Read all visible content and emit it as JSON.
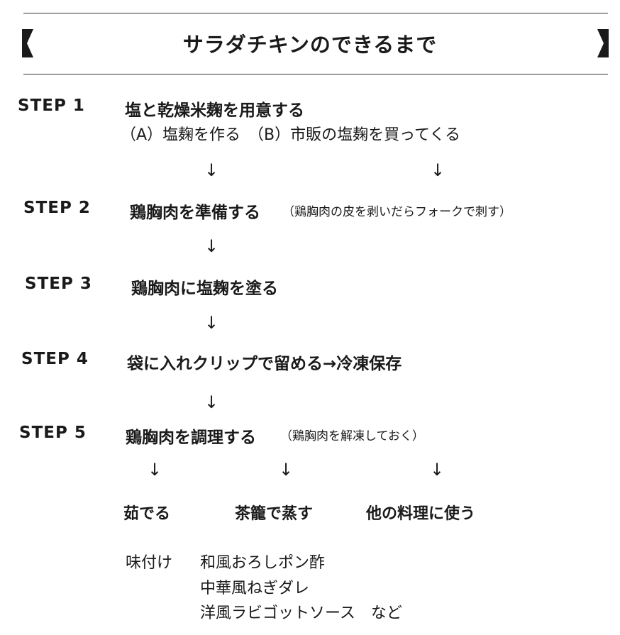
{
  "title": "サラダチキンのできるまで",
  "steps": [
    {
      "label": "STEP 1",
      "heading": "塩と乾燥米麹を用意する",
      "options": "（A）塩麹を作る　（B）市販の塩麹を買ってくる"
    },
    {
      "label": "STEP 2",
      "heading": "鶏胸肉を準備する",
      "note": "（鶏胸肉の皮を剥いだらフォークで刺す）"
    },
    {
      "label": "STEP 3",
      "heading": "鶏胸肉に塩麹を塗る"
    },
    {
      "label": "STEP 4",
      "heading": "袋に入れクリップで留める→冷凍保存"
    },
    {
      "label": "STEP 5",
      "heading": "鶏胸肉を調理する",
      "note": "（鶏胸肉を解凍しておく）"
    }
  ],
  "arrow": "↓",
  "methods": [
    "茹でる",
    "茶籠で蒸す",
    "他の料理に使う"
  ],
  "seasoning": {
    "label": "味付け",
    "items": [
      "和風おろしポン酢",
      "中華風ねぎダレ",
      "洋風ラビゴットソース　など"
    ]
  }
}
